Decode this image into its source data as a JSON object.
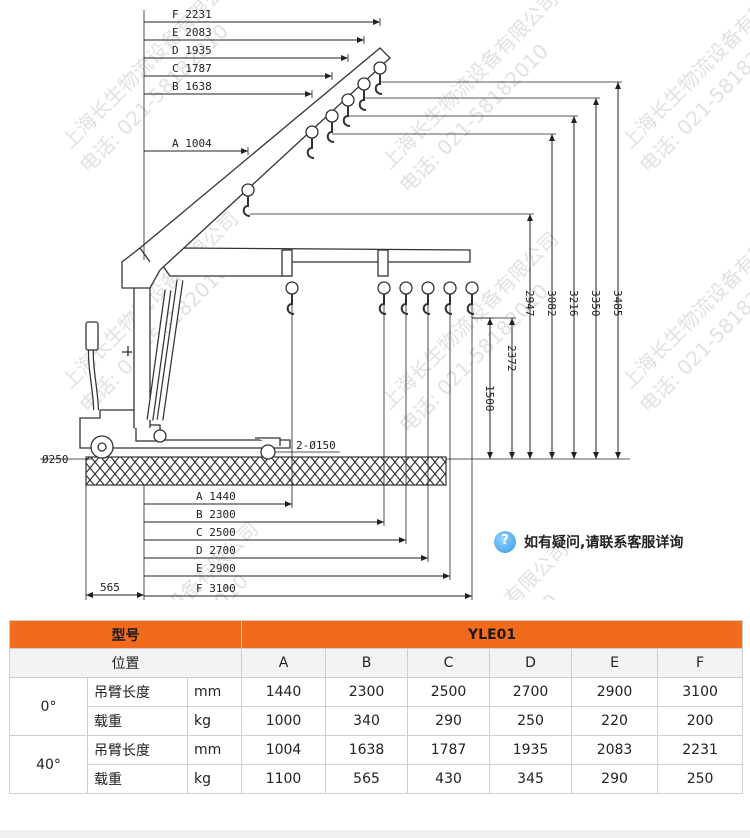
{
  "upper_dims": [
    {
      "letter": "F",
      "value": "2231"
    },
    {
      "letter": "E",
      "value": "2083"
    },
    {
      "letter": "D",
      "value": "1935"
    },
    {
      "letter": "C",
      "value": "1787"
    },
    {
      "letter": "B",
      "value": "1638"
    },
    {
      "letter": "A",
      "value": "1004"
    }
  ],
  "lower_dims": [
    {
      "letter": "A",
      "value": "1440"
    },
    {
      "letter": "B",
      "value": "2300"
    },
    {
      "letter": "C",
      "value": "2500"
    },
    {
      "letter": "D",
      "value": "2700"
    },
    {
      "letter": "E",
      "value": "2900"
    },
    {
      "letter": "F",
      "value": "3100"
    }
  ],
  "vertical_dims": [
    "1500",
    "2372",
    "2947",
    "3082",
    "3216",
    "3350",
    "3485"
  ],
  "base_dim": "565",
  "wheel_label": "Ø250",
  "caster_label": "2-Ø150",
  "watermark_company": "上海长生物流设备有限公司",
  "watermark_phone": "电话: 021-58182010",
  "faq_text": "如有疑问,请联系客服详询",
  "table": {
    "model_label": "型号",
    "model_value": "YLE01",
    "position_label": "位置",
    "positions": [
      "A",
      "B",
      "C",
      "D",
      "E",
      "F"
    ],
    "groups": [
      {
        "angle": "0°",
        "rows": [
          {
            "label": "吊臂长度",
            "unit": "mm",
            "values": [
              "1440",
              "2300",
              "2500",
              "2700",
              "2900",
              "3100"
            ]
          },
          {
            "label": "载重",
            "unit": "kg",
            "values": [
              "1000",
              "340",
              "290",
              "250",
              "220",
              "200"
            ]
          }
        ]
      },
      {
        "angle": "40°",
        "rows": [
          {
            "label": "吊臂长度",
            "unit": "mm",
            "values": [
              "1004",
              "1638",
              "1787",
              "1935",
              "2083",
              "2231"
            ]
          },
          {
            "label": "载重",
            "unit": "kg",
            "values": [
              "1100",
              "565",
              "430",
              "345",
              "290",
              "250"
            ]
          }
        ]
      }
    ]
  }
}
